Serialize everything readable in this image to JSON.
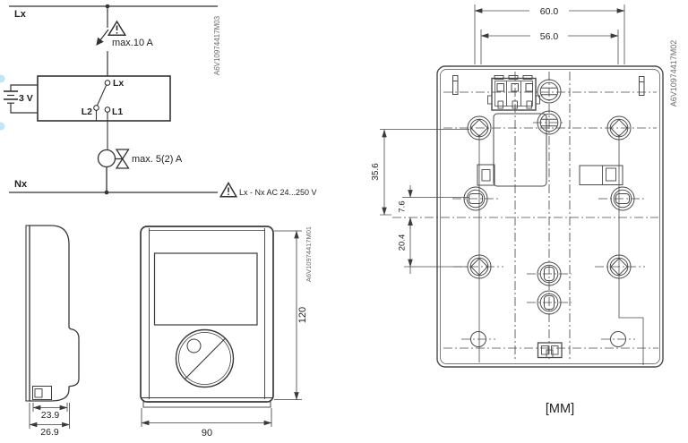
{
  "wiring": {
    "line_top_label": "Lx",
    "line_bottom_label": "Nx",
    "switch_rating": "max.10 A",
    "battery_voltage": "3 V",
    "terminal_lx": "Lx",
    "terminal_l2": "L2",
    "terminal_l1": "L1",
    "valve_rating": "max. 5(2) A",
    "voltage_note": "Lx - Nx AC 24...250 V",
    "doc_number": "A6V10974417M03"
  },
  "dimensions": {
    "depth_front": "23.9",
    "depth_total": "26.9",
    "width": "90",
    "height": "120",
    "doc_number": "A6V10974417M01"
  },
  "plate": {
    "spacing_outer": "60.0",
    "spacing_inner": "56.0",
    "dim_upper": "35.6",
    "dim_small": "7.6",
    "dim_lower": "20.4",
    "units": "[MM]",
    "doc_number": "A6V10974417M02"
  },
  "colors": {
    "wiring_line": "#333333",
    "plate_line": "#4a4a4a",
    "text": "#1f1f1f",
    "doc_text": "#6a6a6a",
    "selection_handle": "#a8dcef"
  }
}
